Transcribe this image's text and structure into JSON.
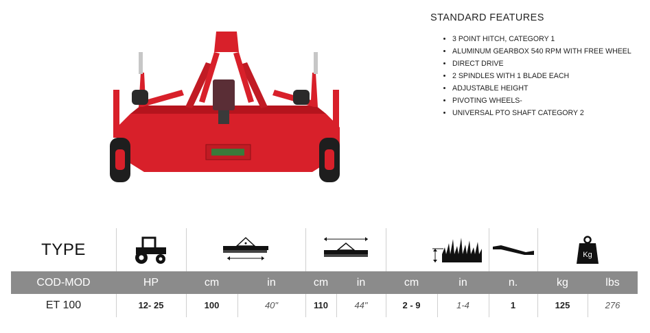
{
  "features": {
    "title": "STANDARD FEATURES",
    "items": [
      "3 POINT HITCH, CATEGORY 1",
      "ALUMINUM GEARBOX 540 RPM WITH FREE WHEEL",
      "DIRECT DRIVE",
      "2 SPINDLES WITH 1 BLADE EACH",
      "ADJUSTABLE HEIGHT",
      "PIVOTING WHEELS-",
      "UNIVERSAL PTO SHAFT CATEGORY 2"
    ]
  },
  "spec_table": {
    "type_label": "TYPE",
    "icons": [
      "tractor-icon",
      "cutting-width-icon",
      "overall-width-icon",
      "cutting-height-icon",
      "blade-icon",
      "weight-icon"
    ],
    "weight_icon_text": "Kg",
    "headers": [
      "COD-MOD",
      "HP",
      "cm",
      "in",
      "cm",
      "in",
      "cm",
      "in",
      "n.",
      "kg",
      "lbs"
    ],
    "rows": [
      {
        "cells": [
          "ET 100",
          "12- 25",
          "100",
          "40\"",
          "110",
          "44\"",
          "2 - 9",
          "1-4",
          "1",
          "125",
          "276"
        ]
      }
    ]
  },
  "colors": {
    "header_bg": "#8b8b8b",
    "mower_red": "#d8202a"
  }
}
